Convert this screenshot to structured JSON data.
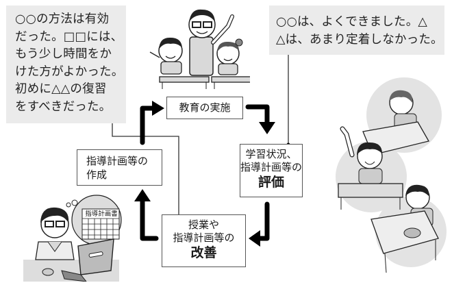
{
  "diagram": {
    "title": "指導計画等の作成・実施・評価・改善のサイクル",
    "bubbles": {
      "left": {
        "lines": [
          "○○の方法は有効",
          "だった。□□には、",
          "もう少し時間をか",
          "けた方がよかった。",
          "初めに△△の復習",
          "をすべきだった。"
        ]
      },
      "right": {
        "lines": [
          "○○は、よくできました。△",
          "△は、あまり定着しなかった。"
        ]
      }
    },
    "steps": {
      "plan": {
        "lines": [
          "指導計画等の",
          "作成"
        ]
      },
      "implement": {
        "label": "教育の実施"
      },
      "evaluate": {
        "lines": [
          "学習状況、",
          "指導計画等の"
        ],
        "emphasis": "評価"
      },
      "improve": {
        "lines": [
          "授業や",
          "指導計画等の"
        ],
        "emphasis": "改善"
      }
    },
    "flow": [
      "plan",
      "implement",
      "evaluate",
      "improve",
      "plan"
    ],
    "illustrations": {
      "teacher_with_students": "teacher-and-two-students-illustration",
      "teacher_at_laptop": {
        "thought_label": "指導計画書"
      },
      "students_studying": "three-students-at-desks-illustration"
    },
    "colors": {
      "bubble_bg": "#ebebeb",
      "arrow": "#000000",
      "box_border": "#555555"
    }
  }
}
